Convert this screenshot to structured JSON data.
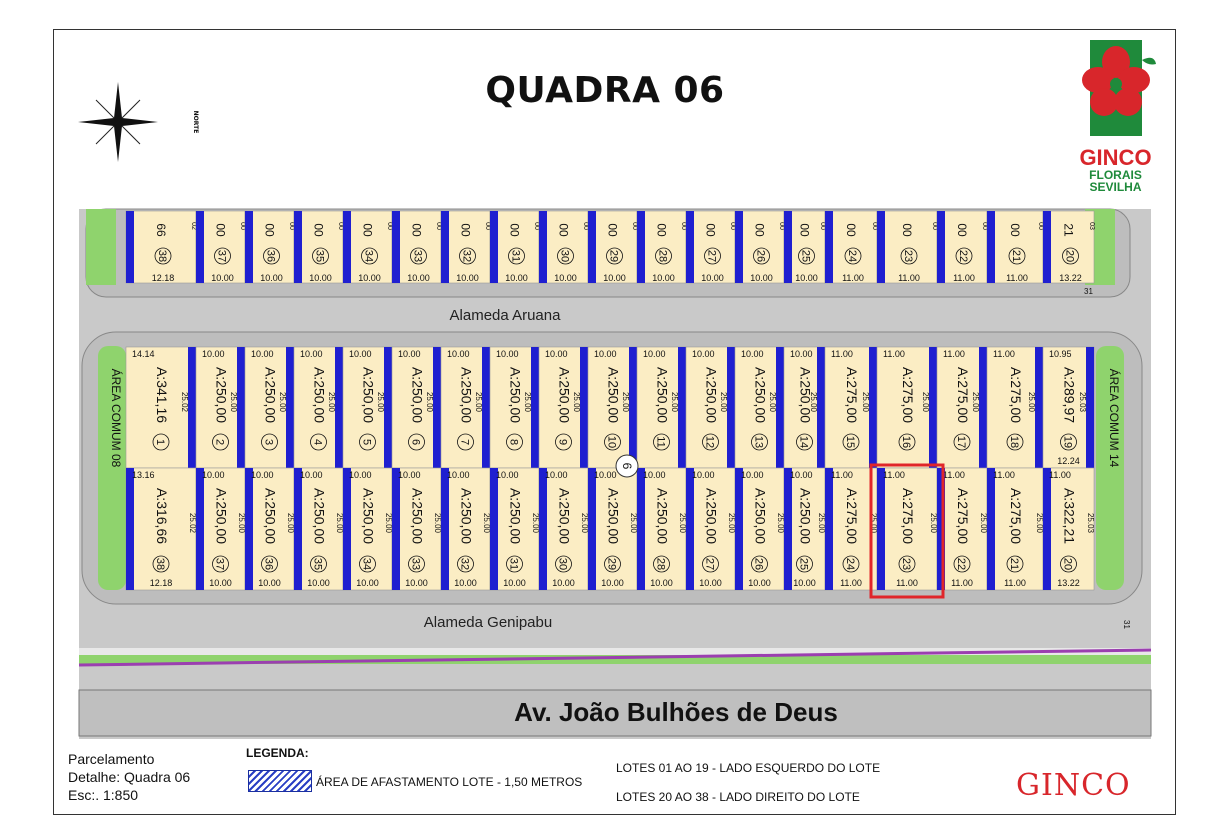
{
  "title": "QUADRA 06",
  "compass": {
    "label": "NORTE"
  },
  "logo": {
    "brand": "GINCO",
    "line1": "FLORAIS",
    "line2": "SEVILHA"
  },
  "streets": {
    "top": "Alameda Aruana",
    "bottom": "Alameda Genipabu",
    "avenue": "Av. João Bulhões de Deus"
  },
  "areas": {
    "left": "ÁREA COMUM 08",
    "right": "ÁREA COMUM 14"
  },
  "block_marker": "6",
  "selected_lot": "23",
  "colors": {
    "lot_fill": "#fbedc4",
    "setback": "#1f1fd0",
    "green": "#8fd36d",
    "road": "#c8c8c8",
    "highlight": "#e0262a",
    "brand_red": "#d8262b",
    "brand_green": "#1f8a3b"
  },
  "top_row": {
    "lots": [
      {
        "n": "38",
        "side": "12.18",
        "top": "66",
        "r": "02"
      },
      {
        "n": "37",
        "side": "10.00",
        "top": "00",
        "r": "00"
      },
      {
        "n": "36",
        "side": "10.00",
        "top": "00",
        "r": "00"
      },
      {
        "n": "35",
        "side": "10.00",
        "top": "00",
        "r": "00"
      },
      {
        "n": "34",
        "side": "10.00",
        "top": "00",
        "r": "00"
      },
      {
        "n": "33",
        "side": "10.00",
        "top": "00",
        "r": "00"
      },
      {
        "n": "32",
        "side": "10.00",
        "top": "00",
        "r": "00"
      },
      {
        "n": "31",
        "side": "10.00",
        "top": "00",
        "r": "00"
      },
      {
        "n": "30",
        "side": "10.00",
        "top": "00",
        "r": "00"
      },
      {
        "n": "29",
        "side": "10.00",
        "top": "00",
        "r": "00"
      },
      {
        "n": "28",
        "side": "10.00",
        "top": "00",
        "r": "00"
      },
      {
        "n": "27",
        "side": "10.00",
        "top": "00",
        "r": "00"
      },
      {
        "n": "26",
        "side": "10.00",
        "top": "00",
        "r": "00"
      },
      {
        "n": "25",
        "side": "10.00",
        "top": "00",
        "r": "00"
      },
      {
        "n": "24",
        "side": "11.00",
        "top": "00",
        "r": "00"
      },
      {
        "n": "23",
        "side": "11.00",
        "top": "00",
        "r": "00"
      },
      {
        "n": "22",
        "side": "11.00",
        "top": "00",
        "r": "00"
      },
      {
        "n": "21",
        "side": "11.00",
        "top": "00",
        "r": "00"
      },
      {
        "n": "20",
        "side": "13.22",
        "top": "21",
        "r": "03"
      }
    ],
    "corner": "31"
  },
  "upper_row": [
    {
      "n": "1",
      "area": "A:341,16",
      "front": "14.14",
      "depth": "25.02"
    },
    {
      "n": "2",
      "area": "A:250,00",
      "front": "10.00",
      "depth": "25.00"
    },
    {
      "n": "3",
      "area": "A:250,00",
      "front": "10.00",
      "depth": "25.00"
    },
    {
      "n": "4",
      "area": "A:250,00",
      "front": "10.00",
      "depth": "25.00"
    },
    {
      "n": "5",
      "area": "A:250,00",
      "front": "10.00",
      "depth": "25.00"
    },
    {
      "n": "6",
      "area": "A:250,00",
      "front": "10.00",
      "depth": "25.00"
    },
    {
      "n": "7",
      "area": "A:250,00",
      "front": "10.00",
      "depth": "25.00"
    },
    {
      "n": "8",
      "area": "A:250,00",
      "front": "10.00",
      "depth": "25.00"
    },
    {
      "n": "9",
      "area": "A:250,00",
      "front": "10.00",
      "depth": "25.00"
    },
    {
      "n": "10",
      "area": "A:250,00",
      "front": "10.00",
      "depth": "25.00"
    },
    {
      "n": "11",
      "area": "A:250,00",
      "front": "10.00",
      "depth": "25.00"
    },
    {
      "n": "12",
      "area": "A:250,00",
      "front": "10.00",
      "depth": "25.00"
    },
    {
      "n": "13",
      "area": "A:250,00",
      "front": "10.00",
      "depth": "25.00"
    },
    {
      "n": "14",
      "area": "A:250,00",
      "front": "10.00",
      "depth": "25.00"
    },
    {
      "n": "15",
      "area": "A:275,00",
      "front": "11.00",
      "depth": "25.00"
    },
    {
      "n": "16",
      "area": "A:275,00",
      "front": "11.00",
      "depth": "25.00"
    },
    {
      "n": "17",
      "area": "A:275,00",
      "front": "11.00",
      "depth": "25.00"
    },
    {
      "n": "18",
      "area": "A:275,00",
      "front": "11.00",
      "depth": "25.00"
    },
    {
      "n": "19",
      "area": "A:289,97",
      "front": "10.95",
      "depth": "25.03",
      "back": "12.24"
    }
  ],
  "lower_row": [
    {
      "n": "38",
      "area": "A:316,66",
      "front": "13.16",
      "depth": "25.02",
      "back": "12.18"
    },
    {
      "n": "37",
      "area": "A:250,00",
      "front": "10.00",
      "depth": "25.00",
      "back": "10.00"
    },
    {
      "n": "36",
      "area": "A:250,00",
      "front": "10.00",
      "depth": "25.00",
      "back": "10.00"
    },
    {
      "n": "35",
      "area": "A:250,00",
      "front": "10.00",
      "depth": "25.00",
      "back": "10.00"
    },
    {
      "n": "34",
      "area": "A:250,00",
      "front": "10.00",
      "depth": "25.00",
      "back": "10.00"
    },
    {
      "n": "33",
      "area": "A:250,00",
      "front": "10.00",
      "depth": "25.00",
      "back": "10.00"
    },
    {
      "n": "32",
      "area": "A:250,00",
      "front": "10.00",
      "depth": "25.00",
      "back": "10.00"
    },
    {
      "n": "31",
      "area": "A:250,00",
      "front": "10.00",
      "depth": "25.00",
      "back": "10.00"
    },
    {
      "n": "30",
      "area": "A:250,00",
      "front": "10.00",
      "depth": "25.00",
      "back": "10.00"
    },
    {
      "n": "29",
      "area": "A:250,00",
      "front": "10.00",
      "depth": "25.00",
      "back": "10.00"
    },
    {
      "n": "28",
      "area": "A:250,00",
      "front": "10.00",
      "depth": "25.00",
      "back": "10.00"
    },
    {
      "n": "27",
      "area": "A:250,00",
      "front": "10.00",
      "depth": "25.00",
      "back": "10.00"
    },
    {
      "n": "26",
      "area": "A:250,00",
      "front": "10.00",
      "depth": "25.00",
      "back": "10.00"
    },
    {
      "n": "25",
      "area": "A:250,00",
      "front": "10.00",
      "depth": "25.00",
      "back": "10.00"
    },
    {
      "n": "24",
      "area": "A:275,00",
      "front": "11.00",
      "depth": "25.00",
      "back": "11.00"
    },
    {
      "n": "23",
      "area": "A:275,00",
      "front": "11.00",
      "depth": "25.00",
      "back": "11.00"
    },
    {
      "n": "22",
      "area": "A:275,00",
      "front": "11.00",
      "depth": "25.00",
      "back": "11.00"
    },
    {
      "n": "21",
      "area": "A:275,00",
      "front": "11.00",
      "depth": "25.00",
      "back": "11.00"
    },
    {
      "n": "20",
      "area": "A:322,21",
      "front": "11.00",
      "depth": "25.03",
      "back": "13.22"
    }
  ],
  "lower_corner": "31",
  "legend": {
    "info_line1": "Parcelamento",
    "info_line2": "Detalhe: Quadra 06",
    "info_line3": "Esc:. 1:850",
    "title": "LEGENDA:",
    "setback_text": "ÁREA DE AFASTAMENTO LOTE - 1,50 METROS",
    "lots_left": "LOTES 01 AO 19 - LADO ESQUERDO DO LOTE",
    "lots_right": "LOTES 20 AO 38 - LADO DIREITO DO LOTE"
  },
  "footer_brand": "GINCO"
}
